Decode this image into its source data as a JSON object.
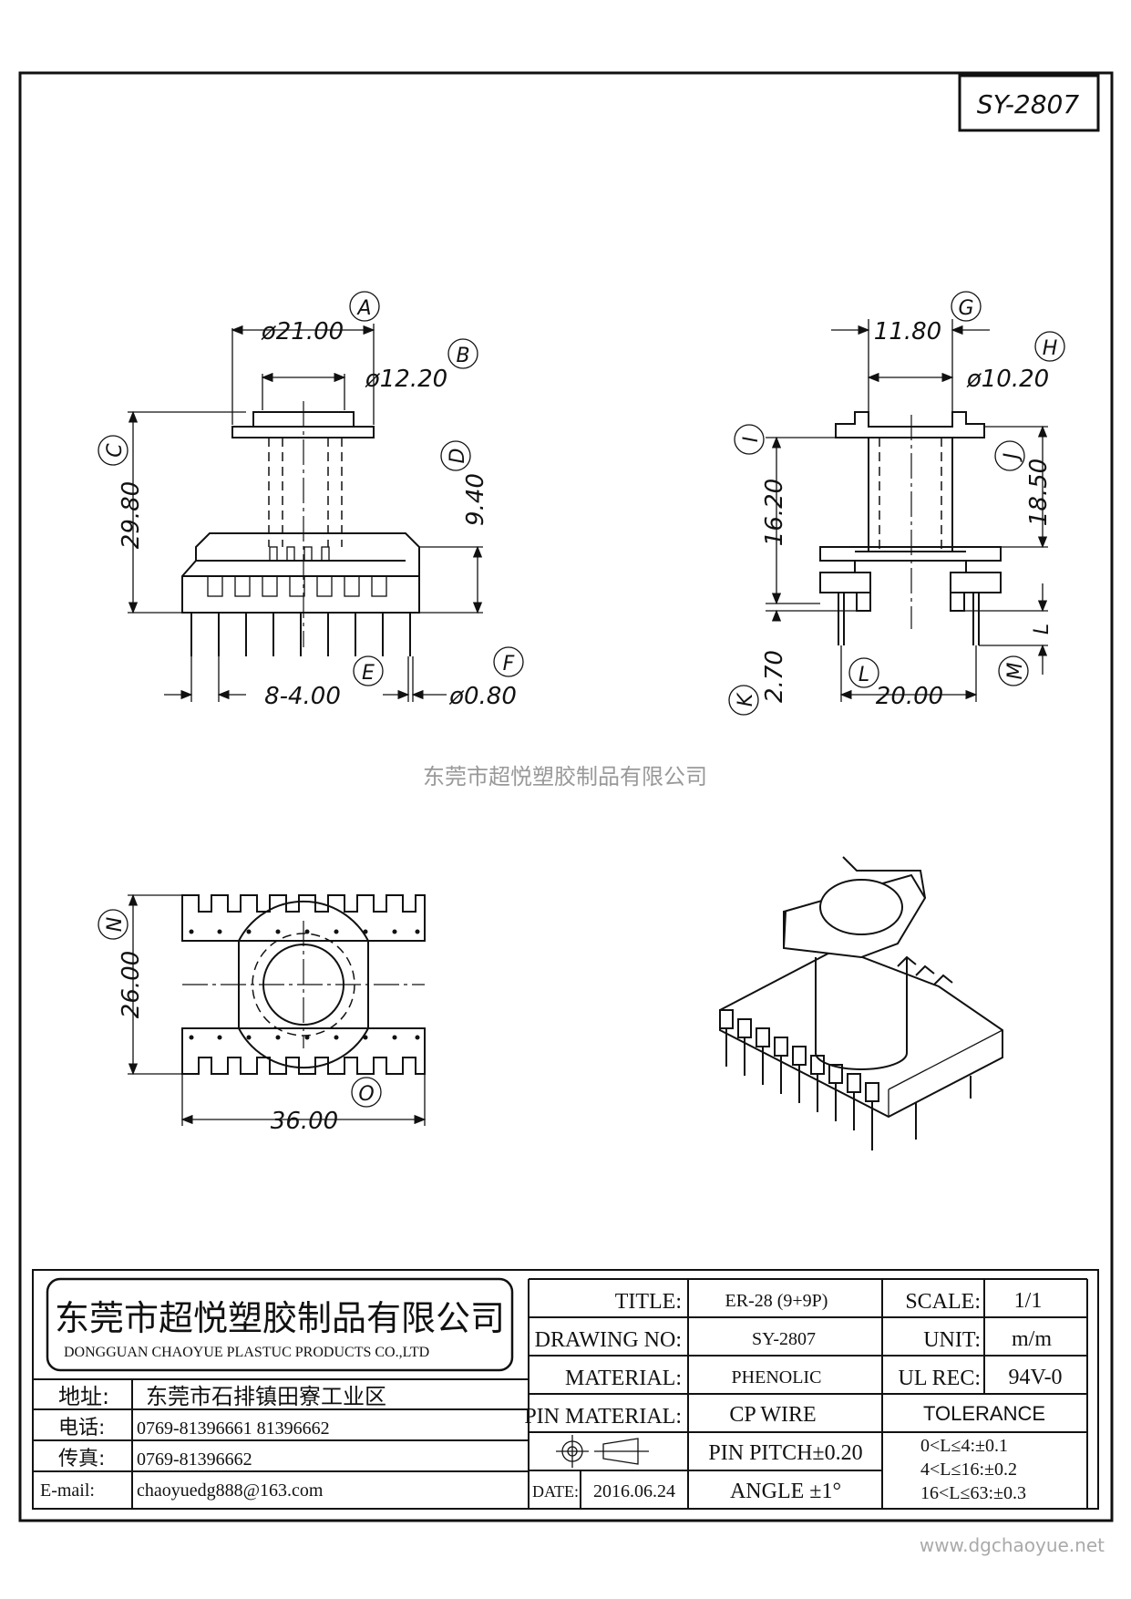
{
  "part_no": "SY-2807",
  "watermark": "东莞市超悦塑胶制品有限公司",
  "footer_url": "www.dgchaoyue.net",
  "dims": {
    "A": "A",
    "B": "B",
    "C": "C",
    "D": "D",
    "E": "E",
    "F": "F",
    "G": "G",
    "H": "H",
    "I": "I",
    "J": "J",
    "K": "K",
    "L": "L",
    "M": "M",
    "N": "N",
    "O": "O",
    "a_val": "ø21.00",
    "b_val": "ø12.20",
    "c_val": "29.80",
    "d_val": "9.40",
    "e_val": "8-4.00",
    "f_val": "ø0.80",
    "g_val": "11.80",
    "h_val": "ø10.20",
    "i_val": "16.20",
    "j_val": "18.50",
    "k_val": "2.70",
    "l_val": "20.00",
    "l_side": "L",
    "n_val": "26.00",
    "o_val": "36.00"
  },
  "company": {
    "name_cn": "东莞市超悦塑胶制品有限公司",
    "name_en": "DONGGUAN CHAOYUE PLASTUC PRODUCTS CO.,LTD",
    "addr_label": "地址:",
    "addr": "东莞市石排镇田寮工业区",
    "tel_label": "电话:",
    "tel": "0769-81396661   81396662",
    "fax_label": "传真:",
    "fax": "0769-81396662",
    "email_label": "E-mail:",
    "email": "chaoyuedg888@163.com"
  },
  "title_block": {
    "title_label": "TITLE:",
    "title": "ER-28 (9+9P)",
    "drawing_no_label": "DRAWING NO:",
    "drawing_no": "SY-2807",
    "material_label": "MATERIAL:",
    "material": "PHENOLIC",
    "pin_material_label": "PIN MATERIAL:",
    "pin_material": "CP WIRE",
    "pin_pitch": "PIN PITCH±0.20",
    "date_label": "DATE:",
    "date": "2016.06.24",
    "angle": "ANGLE  ±1°",
    "scale_label": "SCALE:",
    "scale": "1/1",
    "unit_label": "UNIT:",
    "unit": "m/m",
    "ul_label": "UL REC:",
    "ul": "94V-0",
    "tolerance_label": "TOLERANCE",
    "tol1": "0<L≤4:±0.1",
    "tol2": "4<L≤16:±0.2",
    "tol3": "16<L≤63:±0.3"
  }
}
